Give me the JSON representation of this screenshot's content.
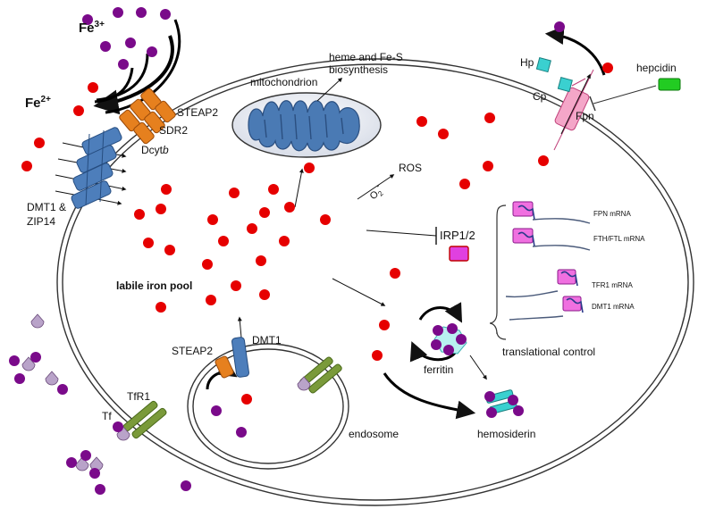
{
  "labels": {
    "fe3": "Fe",
    "fe3_sup": "3+",
    "fe2": "Fe",
    "fe2_sup": "2+",
    "steap2_top": "STEAP2",
    "sdr2": "SDR2",
    "dcytb_main": "Dcyt",
    "dcytb_italic": "b",
    "dmt1_zip14_line1": "DMT1 &",
    "dmt1_zip14_line2": "ZIP14",
    "mitochondrion": "mitochondrion",
    "heme_line1": "heme and Fe-S",
    "heme_line2": "biosynthesis",
    "ros": "ROS",
    "o2": "O",
    "o2_sub": "2",
    "o2_sup": "-",
    "hp": "Hp",
    "cp": "Cp",
    "fpn": "Fpn",
    "hepcidin": "hepcidin",
    "irp": "IRP1/2",
    "labile_iron_pool": "labile iron pool",
    "steap2_endo": "STEAP2",
    "dmt1_endo": "DMT1",
    "tfr1": "TfR1",
    "tf": "Tf",
    "endosome": "endosome",
    "ferritin": "ferritin",
    "hemosiderin": "hemosiderin",
    "translational_control": "translational control"
  },
  "mrna": {
    "fpn": "FPN mRNA",
    "fth_ftl": "FTH/FTL mRNA",
    "tfr1": "TFR1 mRNA",
    "dmt1": "DMT1 mRNA"
  },
  "colors": {
    "fe2_red": "#e60000",
    "fe3_purple": "#7a0a8a",
    "transferrin_lilac": "#b9a3c9",
    "membrane": "#333333",
    "mito_blue": "#4a7ab4",
    "steap_orange": "#e6801e",
    "dmt1_blue": "#4d7ebb",
    "tfr1_green": "#7a9a3a",
    "fpn_pink": "#f4a6c8",
    "cp_cyan": "#3ad0d0",
    "hepcidin_green": "#22cc22",
    "irp_magenta": "#e040e0",
    "mrna_cap_pink": "#f070e0"
  }
}
